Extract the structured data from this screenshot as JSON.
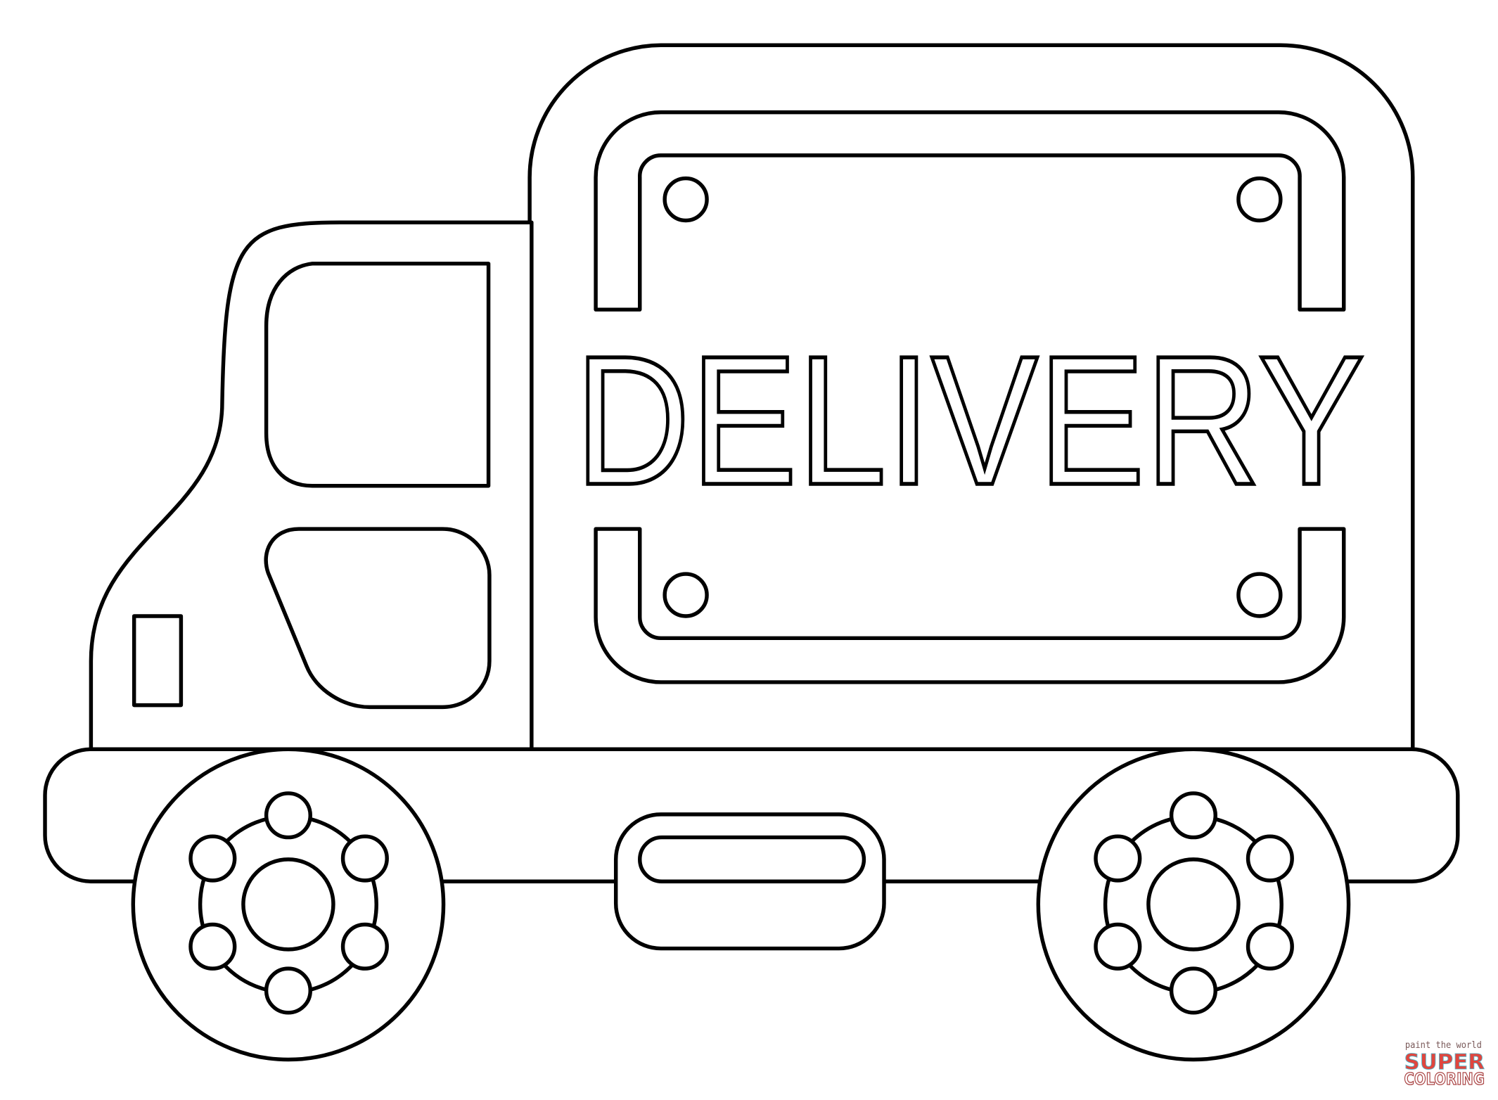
{
  "sign": {
    "text": "DELIVERY"
  },
  "watermark": {
    "tagline": "paint the world",
    "line1": "SUPER",
    "line2": "COLORING",
    "colors": [
      "#4fb8d0",
      "#e0463e",
      "#f29a3a",
      "#8cc84b",
      "#f4c842"
    ]
  },
  "colors": {
    "outline": "#000000",
    "fill": "#ffffff"
  }
}
